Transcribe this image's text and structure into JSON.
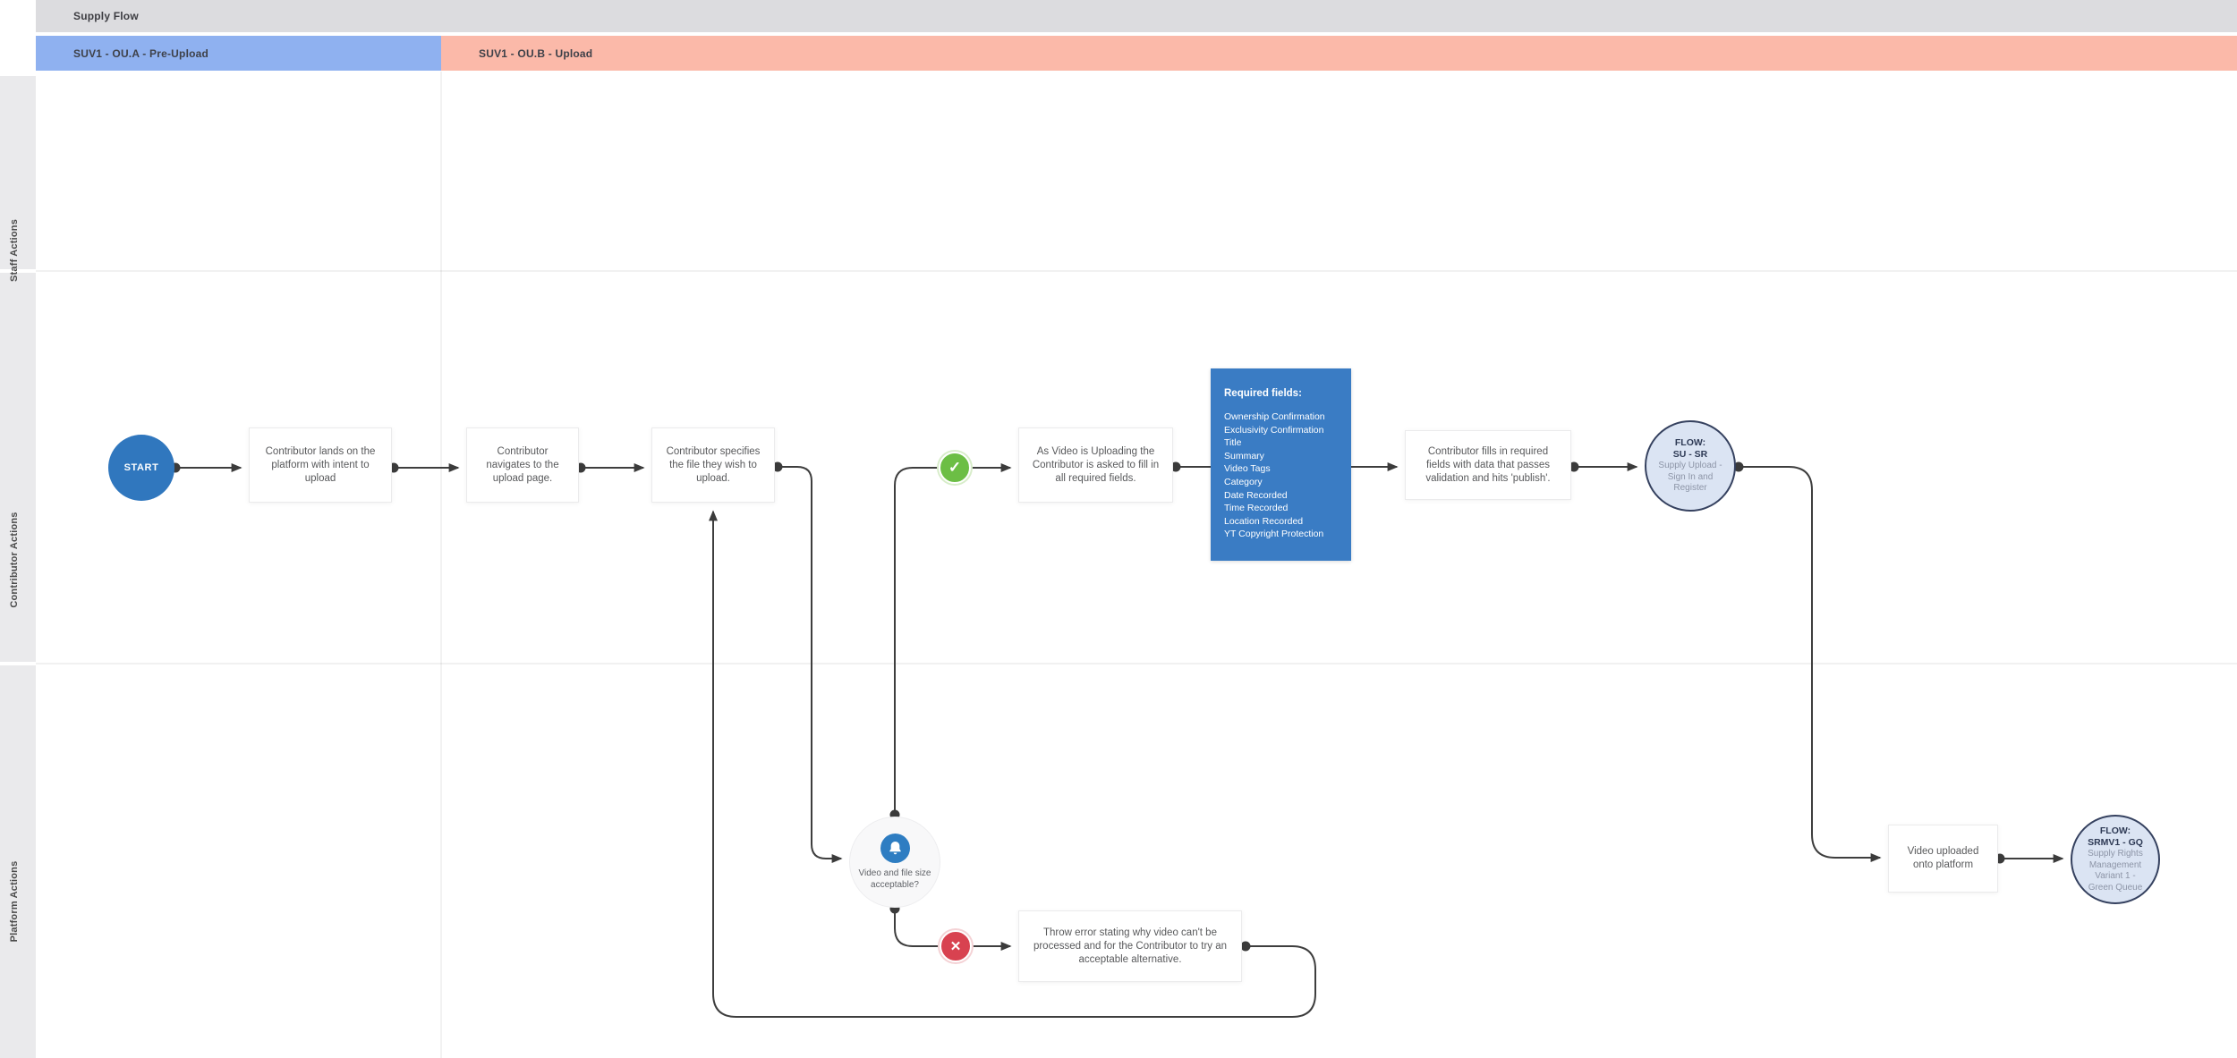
{
  "header": {
    "title": "Supply Flow"
  },
  "phases": [
    {
      "label": "SUV1 - OU.A - Pre-Upload",
      "color": "#8fb1f0"
    },
    {
      "label": "SUV1 - OU.B - Upload",
      "color": "#fbb9a9"
    }
  ],
  "swimlanes": [
    {
      "label": "Staff Actions"
    },
    {
      "label": "Contributor Actions"
    },
    {
      "label": "Platform Actions"
    }
  ],
  "nodes": {
    "start": {
      "label": "START",
      "color": "#3077be"
    },
    "lands": {
      "text": "Contributor lands on the platform with intent to upload"
    },
    "navigates": {
      "text": "Contributor navigates to the upload page."
    },
    "specifies": {
      "text": "Contributor specifies the file they wish to upload."
    },
    "uploading": {
      "text": "As Video is Uploading the Contributor is asked to fill in all required fields."
    },
    "fills": {
      "text": "Contributor fills in required fields with data that passes validation and hits 'publish'."
    },
    "throw_error": {
      "text": "Throw error stating why video can't be processed and for the Contributor to try an acceptable alternative."
    },
    "uploaded": {
      "text": "Video uploaded onto platform"
    },
    "decision": {
      "line1": "Video and file size",
      "line2": "acceptable?",
      "icon": "bell-icon",
      "color": "#2e7dc2"
    },
    "required_fields": {
      "title": "Required fields:",
      "color": "#3a7cc4",
      "items": [
        "Ownership Confirmation",
        "Exclusivity Confirmation",
        "Title",
        "Summary",
        "Video Tags",
        "Category",
        "Date Recorded",
        "Time Recorded",
        "Location Recorded",
        "YT Copyright Protection"
      ]
    },
    "flow_su_sr": {
      "title": "FLOW:",
      "code": "SU - SR",
      "sub": [
        "Supply Upload -",
        "Sign In and",
        "Register"
      ]
    },
    "flow_gq": {
      "title": "FLOW:",
      "code": "SRMV1 - GQ",
      "sub": [
        "Supply Rights",
        "Management",
        "Variant 1 -",
        "Green Queue"
      ]
    },
    "yes_badge": {
      "glyph": "✓",
      "color": "#6cbe45"
    },
    "no_badge": {
      "glyph": "✕",
      "color": "#d84250"
    }
  }
}
